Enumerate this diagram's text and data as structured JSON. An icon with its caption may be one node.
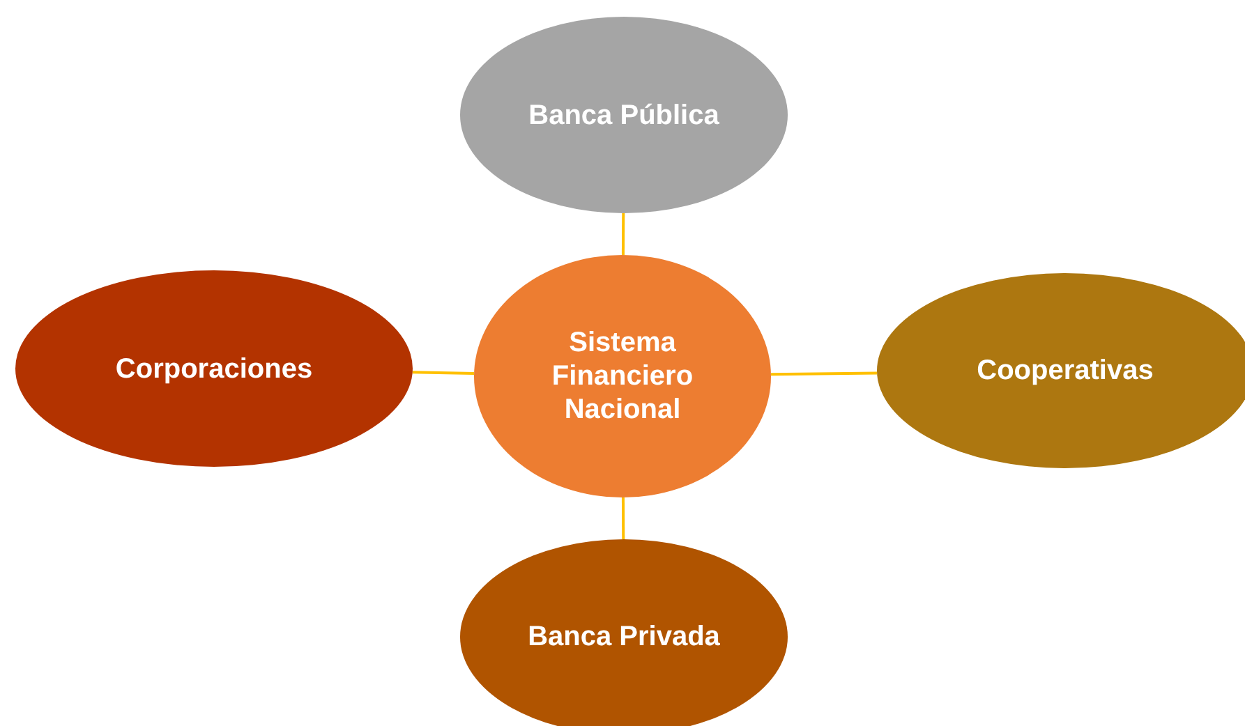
{
  "diagram": {
    "nodes": [
      {
        "text": [
          "Sistema Financiero Nacional"
        ]
      },
      {
        "text": [
          "Banca Pública"
        ]
      },
      {
        "text": [
          "Corporaciones"
        ]
      },
      {
        "text": [
          "Cooperativas"
        ]
      },
      {
        "text": [
          "Banca Privada"
        ]
      }
    ],
    "edges": [
      {
        "from": 0,
        "to": 1,
        "arrow": "none",
        "color": "#ffc000"
      },
      {
        "from": 0,
        "to": 2,
        "arrow": "none",
        "color": "#ffc000"
      },
      {
        "from": 0,
        "to": 3,
        "arrow": "none",
        "color": "#ffc000"
      },
      {
        "from": 0,
        "to": 4,
        "arrow": "none",
        "color": "#ffc000"
      }
    ]
  }
}
